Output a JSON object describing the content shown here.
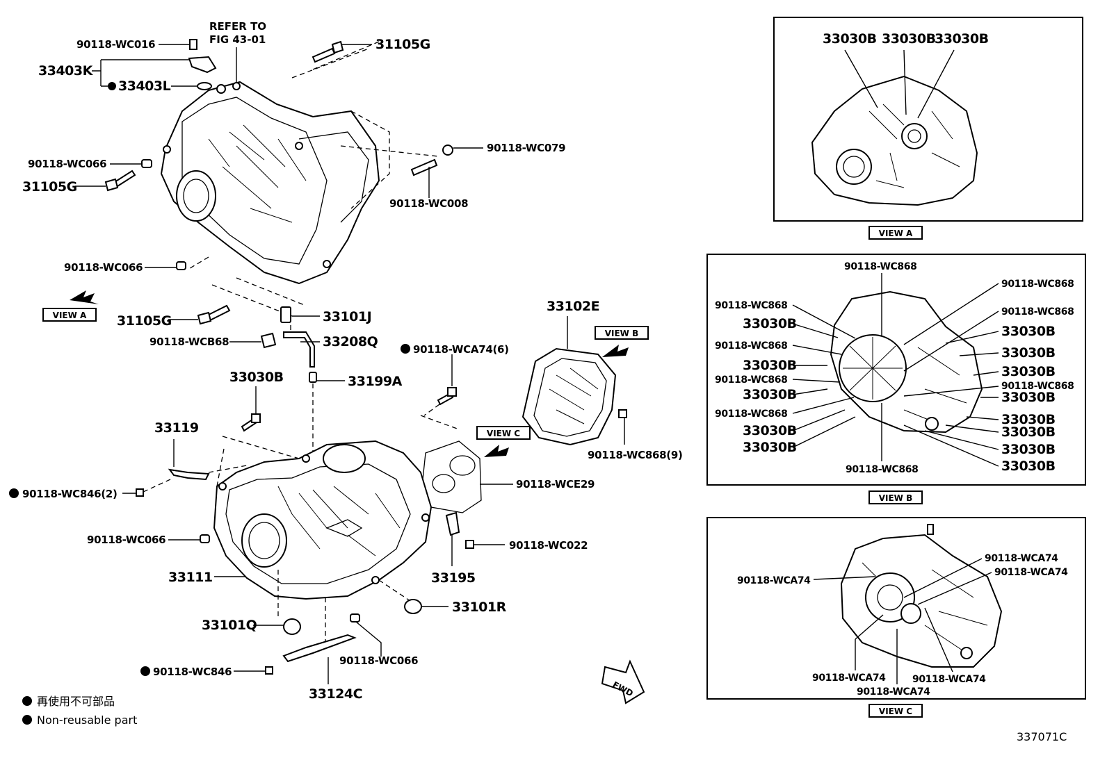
{
  "labels": {
    "top_bolt_small": "90118-WC016",
    "refer_line1": "REFER TO",
    "refer_line2": "FIG 43-01",
    "plug_assy": "33403K",
    "gasket": "33403L",
    "bolt_top_right": "31105G",
    "dowel_left": "90118-WC066",
    "bolt_left": "31105G",
    "nut_right": "90118-WC079",
    "stud_right": "90118-WC008",
    "dowel_lower_left": "90118-WC066",
    "bolt_bottom": "31105G",
    "view_a_arrow": "VIEW A",
    "breather_plug": "33101J",
    "breather_tube": "33208Q",
    "clamp_bolt": "90118-WCB68",
    "breather_cap": "33199A",
    "bolt_33030b": "33030B",
    "bracket_33119": "33119",
    "bolt_wc846_2": "90118-WC846(2)",
    "dowel_case": "90118-WC066",
    "case_33111": "33111",
    "seal_33101q": "33101Q",
    "bolt_wc846": "90118-WC846",
    "guide_33124c": "33124C",
    "dowel_bottom": "90118-WC066",
    "seal_33101r": "33101R",
    "bracket_33195": "33195",
    "bolt_wc022": "90118-WC022",
    "gasket_wce29": "90118-WCE29",
    "bolt_wca74_6": "90118-WCA74(6)",
    "view_c_arrow": "VIEW C",
    "cover_33102e": "33102E",
    "view_b_arrow": "VIEW B",
    "bolt_wc868_9": "90118-WC868(9)",
    "fwd": "FWD"
  },
  "view_a": {
    "title": "VIEW A",
    "callouts": [
      "33030B",
      "33030B",
      "33030B"
    ]
  },
  "view_b": {
    "title": "VIEW B",
    "top": "90118-WC868",
    "left": [
      "90118-WC868",
      "33030B",
      "90118-WC868",
      "33030B",
      "90118-WC868",
      "33030B",
      "90118-WC868",
      "33030B",
      "33030B"
    ],
    "right": [
      "90118-WC868",
      "90118-WC868",
      "33030B",
      "33030B",
      "33030B",
      "90118-WC868",
      "33030B",
      "33030B",
      "33030B",
      "33030B",
      "33030B"
    ],
    "bottom": "90118-WC868"
  },
  "view_c": {
    "title": "VIEW C",
    "left": "90118-WCA74",
    "right_top": "90118-WCA74",
    "right_second": "90118-WCA74",
    "bottom_left": "90118-WCA74",
    "bottom_center": "90118-WCA74",
    "bottom_right": "90118-WCA74"
  },
  "legend": {
    "jp": "再使用不可部品",
    "en": "Non-reusable part"
  },
  "figure_code": "337071C"
}
